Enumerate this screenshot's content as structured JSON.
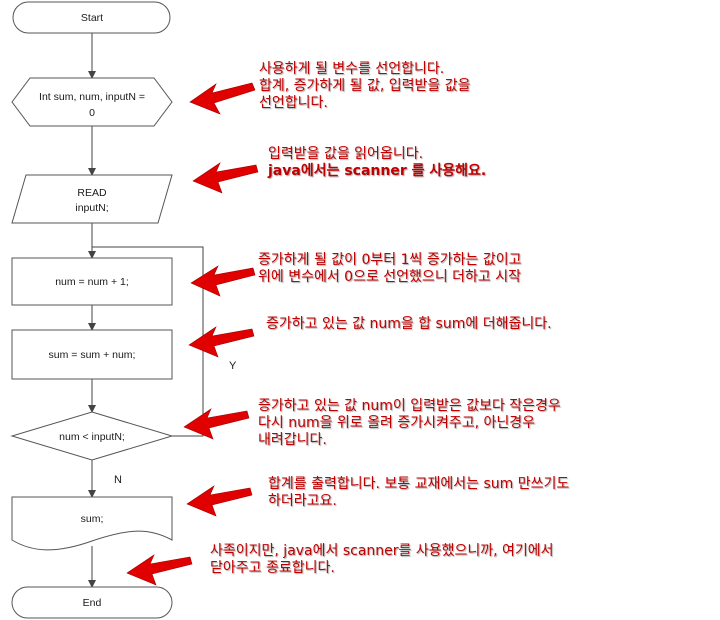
{
  "flowchart": {
    "start": "Start",
    "declare_line1": "Int sum, num, inputN =",
    "declare_line2": "0",
    "read_line1": "READ",
    "read_line2": "inputN;",
    "increment": "num = num + 1;",
    "accumulate": "sum = sum + num;",
    "condition": "num < inputN;",
    "yes_label": "Y",
    "no_label": "N",
    "output": "sum;",
    "end": "End"
  },
  "annotations": [
    {
      "lines": [
        "사용하게 될 변수를 선언합니다.",
        "합계, 증가하게 될 값, 입력받을 값을",
        "선언합니다."
      ]
    },
    {
      "lines": [
        "입력받을 값을 읽어옵니다.",
        "java에서는 scanner 를 사용해요."
      ]
    },
    {
      "lines": [
        "증가하게 될 값이 0부터 1씩 증가하는 값이고",
        "위에 변수에서 0으로 선언했으니 더하고 시작"
      ]
    },
    {
      "lines": [
        "증가하고 있는 값 num을 합 sum에 더해줍니다."
      ]
    },
    {
      "lines": [
        "증가하고 있는 값 num이 입력받은 값보다 작은경우",
        "다시 num을 위로 올려 증가시켜주고, 아닌경우",
        "내려갑니다."
      ]
    },
    {
      "lines": [
        "합계를 출력합니다. 보통 교재에서는 sum 만쓰기도",
        "하더라고요."
      ]
    },
    {
      "lines": [
        "사족이지만, java에서 scanner를 사용했으니까, 여기에서",
        "닫아주고 종료합니다."
      ]
    }
  ],
  "colors": {
    "annotation": "#c00000",
    "arrow": "#e00000",
    "stroke": "#555555"
  }
}
